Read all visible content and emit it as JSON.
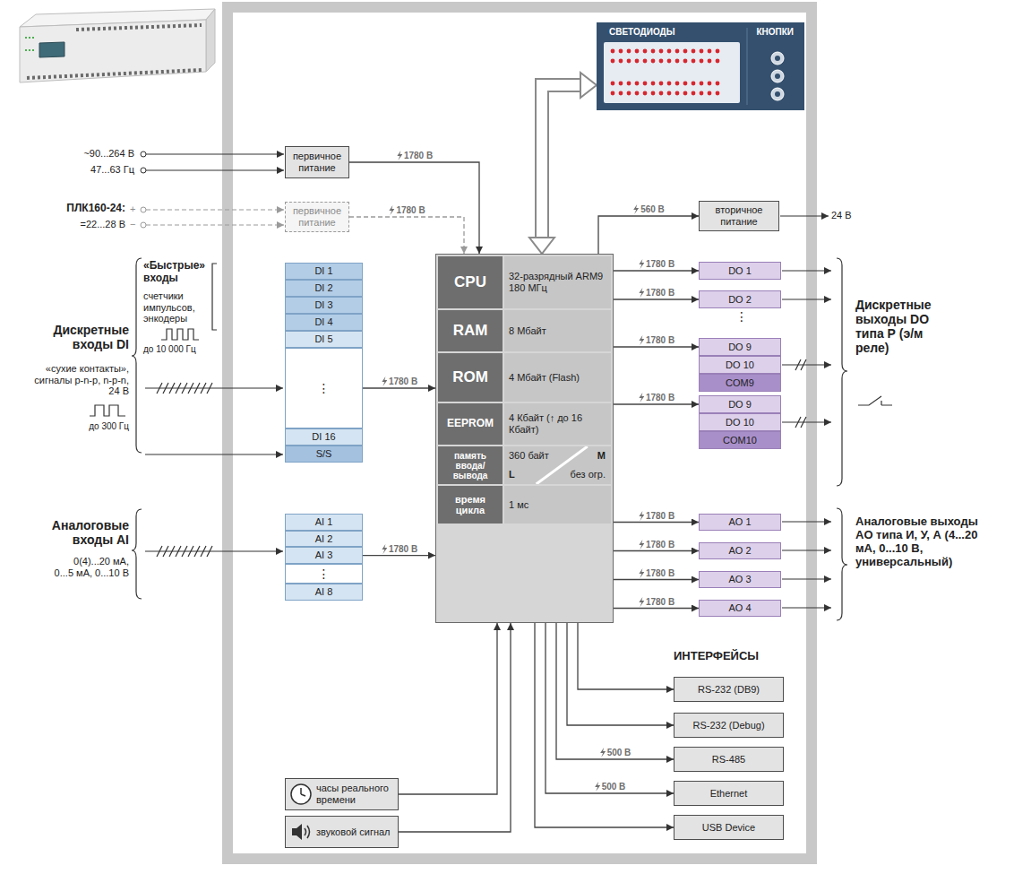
{
  "diagram": {
    "nodes": [
      {
        "text": [
          "первичное питание"
        ]
      },
      {
        "text": [
          "первичное питание"
        ]
      },
      {
        "text": [
          "СВЕТОДИОДЫ",
          "КНОПКИ"
        ]
      },
      {
        "text": [
          "вторичное питание"
        ]
      },
      {
        "text": [
          "CPU",
          "32-разрядный ARM9 180 МГц",
          "RAM",
          "8 Мбайт",
          "ROM",
          "4 Мбайт (Flash)",
          "EEPROM",
          "4 Кбайт (↑ до 16 Кбайт)",
          "память ввода/ вывода",
          "360 байт",
          "M",
          "L",
          "без огр.",
          "время цикла",
          "1 мс"
        ]
      },
      {
        "text": [
          "DI 1"
        ]
      },
      {
        "text": [
          "DI 2"
        ]
      },
      {
        "text": [
          "DI 3"
        ]
      },
      {
        "text": [
          "DI 4"
        ]
      },
      {
        "text": [
          "DI 5"
        ]
      },
      {
        "text": [
          "⋮"
        ]
      },
      {
        "text": [
          "DI 16"
        ]
      },
      {
        "text": [
          "S/S"
        ]
      },
      {
        "text": [
          "AI 1"
        ]
      },
      {
        "text": [
          "AI 2"
        ]
      },
      {
        "text": [
          "AI 3"
        ]
      },
      {
        "text": [
          "⋮"
        ]
      },
      {
        "text": [
          "AI 8"
        ]
      },
      {
        "text": [
          "DO 1"
        ]
      },
      {
        "text": [
          "DO 2"
        ]
      },
      {
        "text": [
          "DO 9"
        ]
      },
      {
        "text": [
          "DO 10"
        ]
      },
      {
        "text": [
          "COM9"
        ]
      },
      {
        "text": [
          "DO 9"
        ]
      },
      {
        "text": [
          "DO 10"
        ]
      },
      {
        "text": [
          "COM10"
        ]
      },
      {
        "text": [
          "AO 1"
        ]
      },
      {
        "text": [
          "AO 2"
        ]
      },
      {
        "text": [
          "AO 3"
        ]
      },
      {
        "text": [
          "AO 4"
        ]
      },
      {
        "text": [
          "RS-232 (DB9)"
        ]
      },
      {
        "text": [
          "RS-232 (Debug)"
        ]
      },
      {
        "text": [
          "RS-485"
        ]
      },
      {
        "text": [
          "Ethernet"
        ]
      },
      {
        "text": [
          "USB Device"
        ]
      },
      {
        "text": [
          "часы реального времени"
        ]
      },
      {
        "text": [
          "звуковой сигнал"
        ]
      }
    ],
    "edges": [
      {
        "from": 0,
        "to": 4,
        "arrow": "to",
        "label": "1780 В"
      },
      {
        "from": 1,
        "to": 4,
        "arrow": "to",
        "label": "1780 В"
      },
      {
        "from": 4,
        "to": 2,
        "arrow": "both"
      },
      {
        "from": 4,
        "to": 3,
        "arrow": "to",
        "label": "560 В"
      },
      {
        "from": 10,
        "to": 4,
        "arrow": "to",
        "label": "1780 В"
      },
      {
        "from": 15,
        "to": 4,
        "arrow": "to",
        "label": "1780 В"
      },
      {
        "from": 4,
        "to": 18,
        "arrow": "to",
        "label": "1780 В"
      },
      {
        "from": 4,
        "to": 19,
        "arrow": "to",
        "label": "1780 В"
      },
      {
        "from": 4,
        "to": 20,
        "arrow": "to",
        "label": "1780 В"
      },
      {
        "from": 4,
        "to": 23,
        "arrow": "to",
        "label": "1780 В"
      },
      {
        "from": 4,
        "to": 26,
        "arrow": "to",
        "label": "1780 В"
      },
      {
        "from": 4,
        "to": 27,
        "arrow": "to",
        "label": "1780 В"
      },
      {
        "from": 4,
        "to": 28,
        "arrow": "to",
        "label": "1780 В"
      },
      {
        "from": 4,
        "to": 29,
        "arrow": "to",
        "label": "1780 В"
      },
      {
        "from": 4,
        "to": 30,
        "arrow": "to"
      },
      {
        "from": 4,
        "to": 31,
        "arrow": "to"
      },
      {
        "from": 4,
        "to": 32,
        "arrow": "to",
        "label": "500 В"
      },
      {
        "from": 4,
        "to": 33,
        "arrow": "to",
        "label": "500 В"
      },
      {
        "from": 4,
        "to": 34,
        "arrow": "to"
      },
      {
        "from": 35,
        "to": 4,
        "arrow": "to"
      },
      {
        "from": 36,
        "to": 4,
        "arrow": "to"
      }
    ],
    "labels": [
      "~90...264 В",
      "47...63 Гц",
      "ПЛК160-24:",
      "=22...28 В",
      "24 В",
      "«Быстрые» входы",
      "счетчики импульсов, энкодеры",
      "до 10 000 Гц",
      "Дискретные входы DI",
      "«сухие контакты», сигналы p-n-p, n-p-n, 24 В",
      "до 300 Гц",
      "Аналоговые входы AI",
      "0(4)...20 мА, 0...5 мА, 0...10 В",
      "⋮",
      "Дискретные выходы DO типа Р (э/м реле)",
      "Аналоговые выходы AO типа И, У, А (4...20 мА, 0...10 В, универсальный)",
      "ИНТЕРФЕЙСЫ",
      "+",
      "−"
    ]
  }
}
